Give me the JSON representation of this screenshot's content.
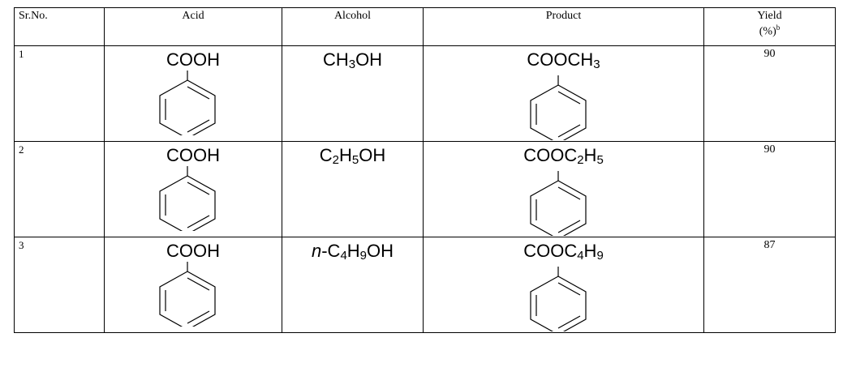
{
  "headers": {
    "srno": "Sr.No.",
    "acid": "Acid",
    "alcohol": "Alcohol",
    "product": "Product",
    "yield": "Yield",
    "yield_unit": "(%)",
    "yield_footnote": "b"
  },
  "rows": [
    {
      "srno": "1",
      "acid": {
        "group": "COOH"
      },
      "alcohol": {
        "prefix": "",
        "parts": [
          "CH",
          "3",
          "OH"
        ]
      },
      "product": {
        "parts": [
          "COOCH",
          "3",
          "",
          ""
        ]
      },
      "yield": "90"
    },
    {
      "srno": "2",
      "acid": {
        "group": "COOH"
      },
      "alcohol": {
        "prefix": "",
        "parts": [
          "C",
          "2",
          "H",
          "5",
          "OH"
        ]
      },
      "product": {
        "parts": [
          "COOC",
          "2",
          "H",
          "5"
        ]
      },
      "yield": "90"
    },
    {
      "srno": "3",
      "acid": {
        "group": "COOH"
      },
      "alcohol": {
        "prefix": "n",
        "parts": [
          "-C",
          "4",
          "H",
          "9",
          "OH"
        ]
      },
      "product": {
        "parts": [
          "COOC",
          "4",
          "H",
          "9"
        ]
      },
      "yield": "87"
    }
  ]
}
